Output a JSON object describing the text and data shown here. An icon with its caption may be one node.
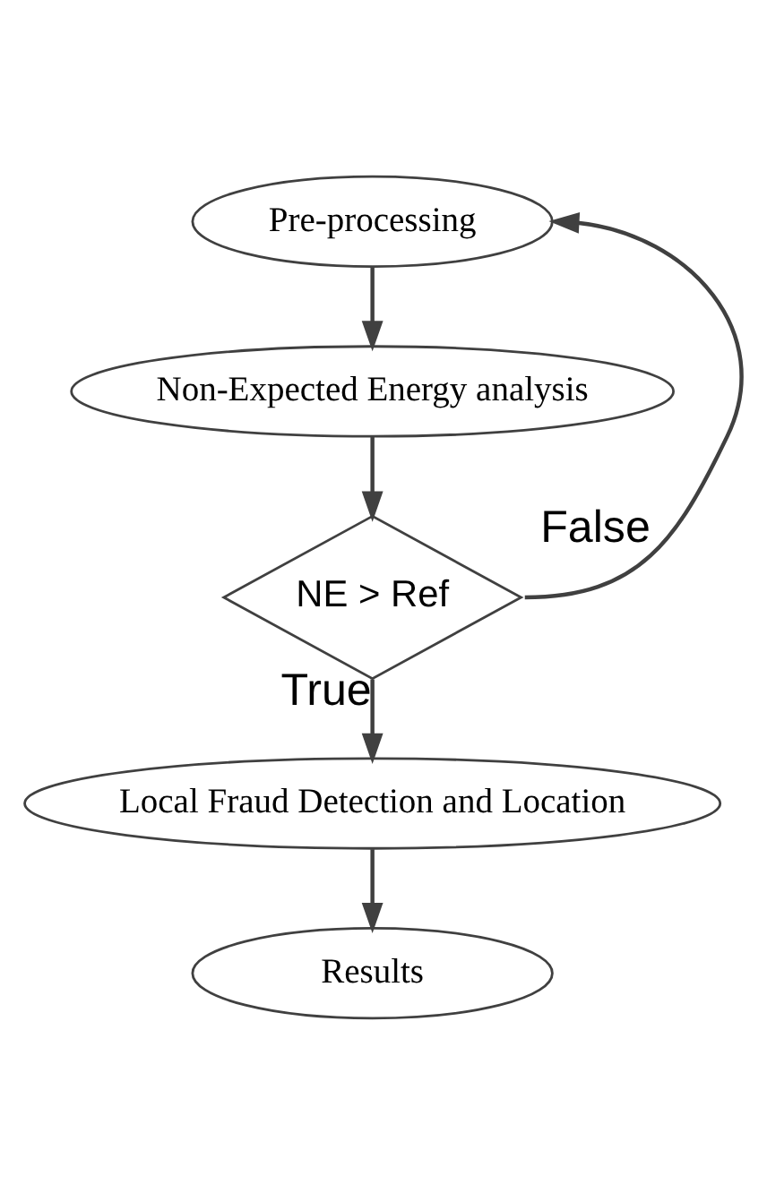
{
  "diagram": {
    "nodes": [
      {
        "text": [
          "Pre-processing"
        ]
      },
      {
        "text": [
          "Non-Expected Energy analysis"
        ]
      },
      {
        "text": [
          "NE > Ref"
        ]
      },
      {
        "text": [
          "Local Fraud Detection and Location"
        ]
      },
      {
        "text": [
          "Results"
        ]
      }
    ],
    "edges": [
      {
        "from": 0,
        "to": 1,
        "arrow": "to"
      },
      {
        "from": 1,
        "to": 2,
        "arrow": "to"
      },
      {
        "from": 2,
        "to": 0,
        "arrow": "to",
        "label": "False"
      },
      {
        "from": 2,
        "to": 3,
        "arrow": "to",
        "label": "True"
      },
      {
        "from": 3,
        "to": 4,
        "arrow": "to"
      }
    ]
  }
}
